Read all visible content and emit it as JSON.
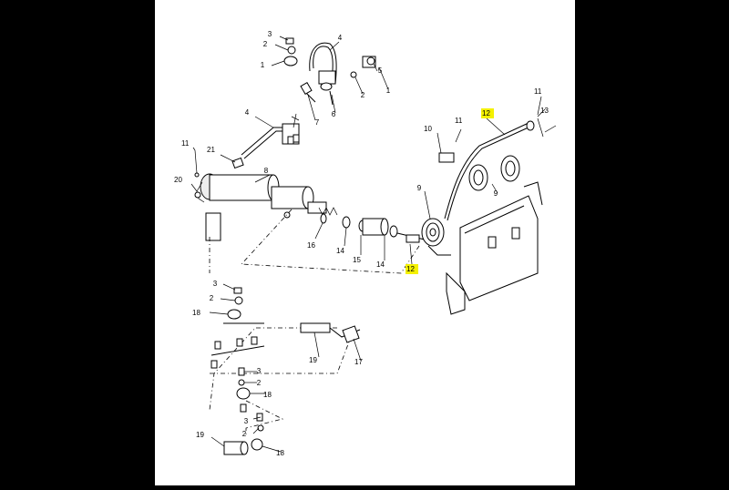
{
  "diagram": {
    "callouts": [
      {
        "id": "c3a",
        "text": "3"
      },
      {
        "id": "c2a",
        "text": "2"
      },
      {
        "id": "c1a",
        "text": "1"
      },
      {
        "id": "c4a",
        "text": "4"
      },
      {
        "id": "c5a",
        "text": "5"
      },
      {
        "id": "c2b",
        "text": "2"
      },
      {
        "id": "c1b",
        "text": "1"
      },
      {
        "id": "c7a",
        "text": "7"
      },
      {
        "id": "c6a",
        "text": "6"
      },
      {
        "id": "c4b",
        "text": "4"
      },
      {
        "id": "c11a",
        "text": "11"
      },
      {
        "id": "c21a",
        "text": "21"
      },
      {
        "id": "c20a",
        "text": "20"
      },
      {
        "id": "c8a",
        "text": "8"
      },
      {
        "id": "c16a",
        "text": "16"
      },
      {
        "id": "c14a",
        "text": "14"
      },
      {
        "id": "c15a",
        "text": "15"
      },
      {
        "id": "c14b",
        "text": "14"
      },
      {
        "id": "c12a",
        "text": "12",
        "highlighted": true
      },
      {
        "id": "c9a",
        "text": "9"
      },
      {
        "id": "c10a",
        "text": "10"
      },
      {
        "id": "c11b",
        "text": "11"
      },
      {
        "id": "c12b",
        "text": "12",
        "highlighted": true
      },
      {
        "id": "c11c",
        "text": "11"
      },
      {
        "id": "c13a",
        "text": "13"
      },
      {
        "id": "c9b",
        "text": "9"
      },
      {
        "id": "c3b",
        "text": "3"
      },
      {
        "id": "c2c",
        "text": "2"
      },
      {
        "id": "c18a",
        "text": "18"
      },
      {
        "id": "c19a",
        "text": "19"
      },
      {
        "id": "c17a",
        "text": "17"
      },
      {
        "id": "c3c",
        "text": "3"
      },
      {
        "id": "c2d",
        "text": "2"
      },
      {
        "id": "c18b",
        "text": "18"
      },
      {
        "id": "c3d",
        "text": "3"
      },
      {
        "id": "c2e",
        "text": "2"
      },
      {
        "id": "c19b",
        "text": "19"
      },
      {
        "id": "c18c",
        "text": "18"
      }
    ],
    "highlight_color": "#f4f100"
  }
}
